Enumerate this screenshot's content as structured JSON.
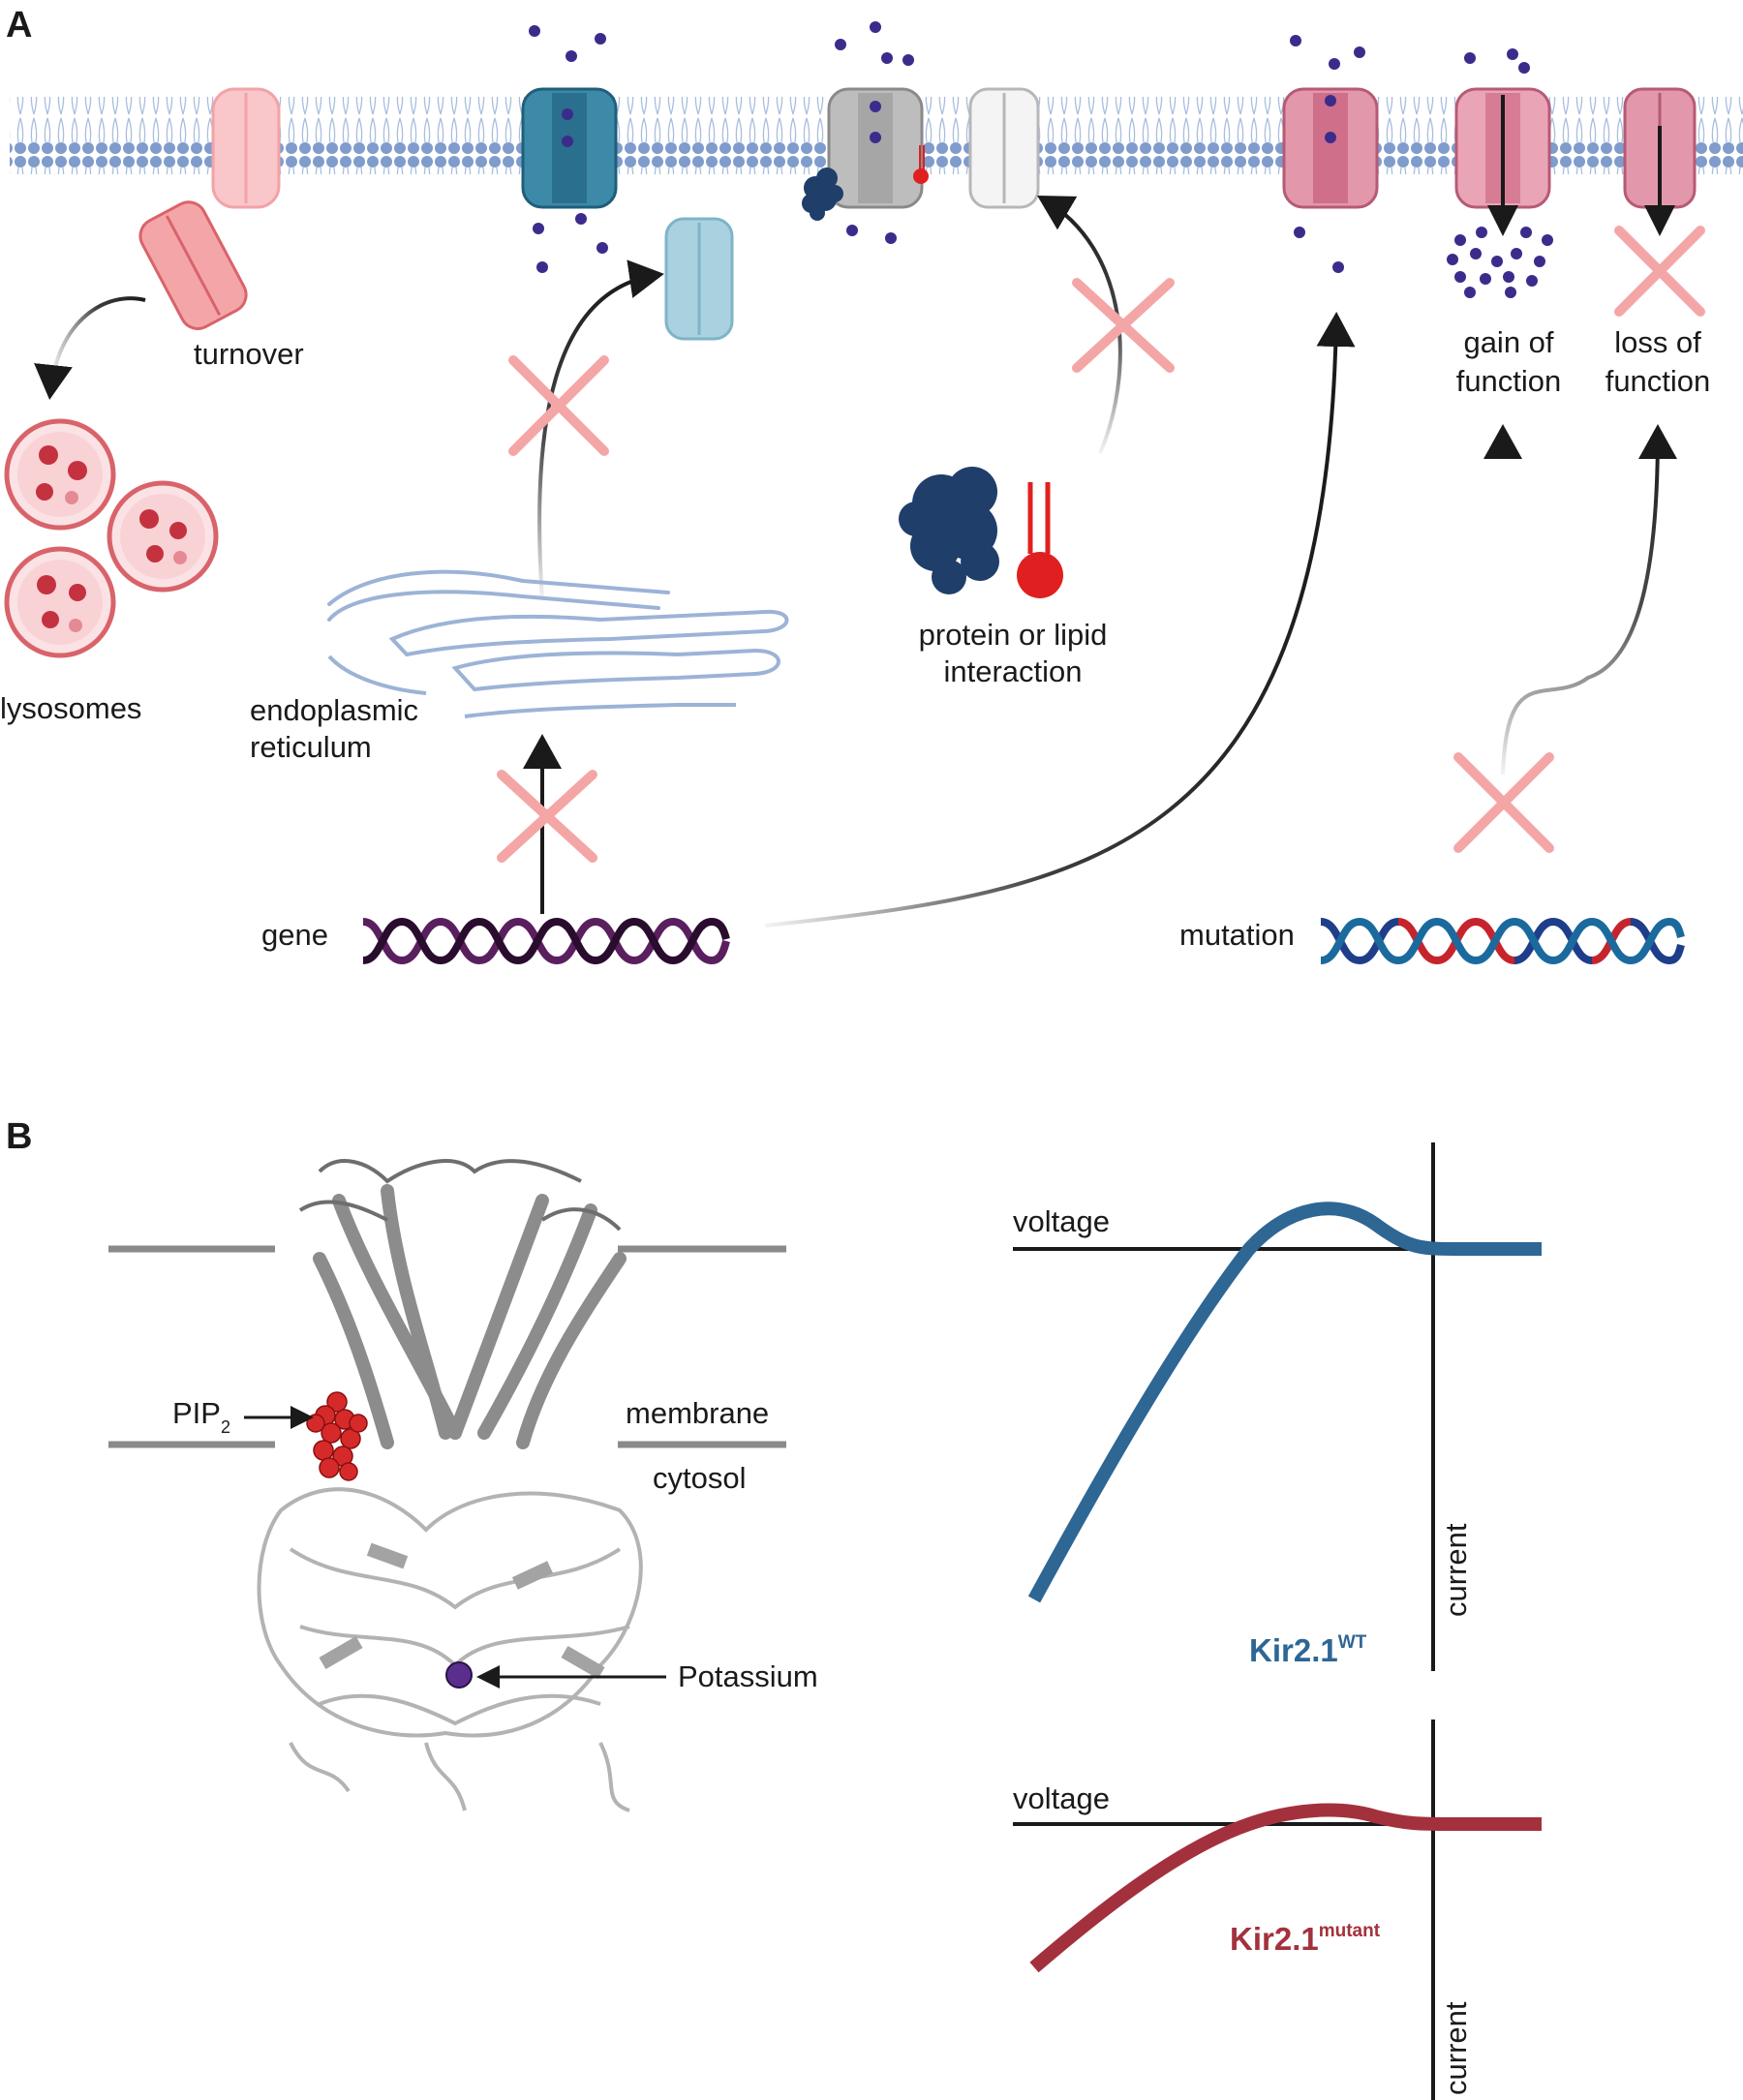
{
  "panel_a": {
    "letter": "A",
    "labels": {
      "turnover": "turnover",
      "lysosomes": "lysosomes",
      "er_line1": "endoplasmic",
      "er_line2": "reticulum",
      "gene": "gene",
      "interaction_line1": "protein or lipid",
      "interaction_line2": "interaction",
      "gain_line1": "gain of",
      "gain_line2": "function",
      "loss_line1": "loss of",
      "loss_line2": "function",
      "mutation": "mutation"
    }
  },
  "panel_b": {
    "letter": "B",
    "labels": {
      "pip": "PIP",
      "pip_sub": "2",
      "membrane": "membrane",
      "cytosol": "cytosol",
      "potassium": "Potassium"
    },
    "plots": [
      {
        "voltage_label": "voltage",
        "current_label": "current",
        "name": "Kir2.1",
        "name_sup": "WT",
        "color": "#2e6694"
      },
      {
        "voltage_label": "voltage",
        "current_label": "current",
        "name": "Kir2.1",
        "name_sup": "mutant",
        "color": "#a3313d"
      }
    ]
  },
  "colors": {
    "membrane": "#7f9ccc",
    "cross": "#f4a6a6",
    "ion": "#3b2c8c",
    "channel_blue": "#3d8aa8",
    "channel_pink": "#dd8ea3",
    "dna_gene": "#5a1f5e",
    "dna_mutation_red": "#c6242c",
    "dna_mutation_blue": "#1f3e8a"
  }
}
